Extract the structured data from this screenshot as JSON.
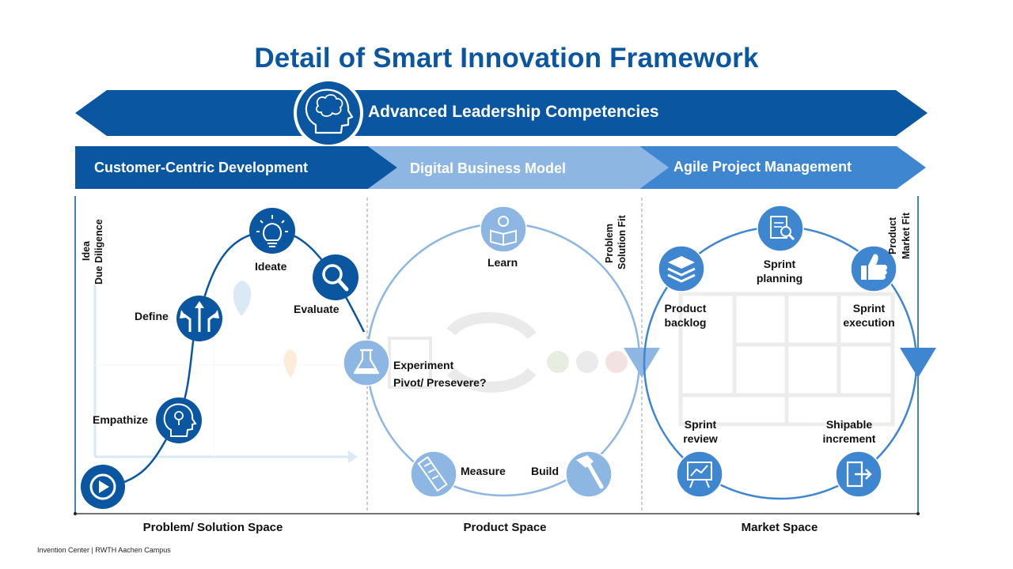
{
  "title": "Detail of Smart Innovation Framework",
  "banner": {
    "label": "Advanced Leadership Competencies",
    "icon": "brain-head-icon"
  },
  "sections": [
    {
      "label": "Customer-Centric Development",
      "color": "#0a56a0"
    },
    {
      "label": "Digital Business Model",
      "color": "#8db6e3"
    },
    {
      "label": "Agile Project Management",
      "color": "#3f86d1"
    }
  ],
  "side_labels": {
    "idea_due_diligence": [
      "Idea",
      "Due Diligence"
    ],
    "problem_solution_fit": [
      "Problem",
      "Solution Fit"
    ],
    "product_market_fit": [
      "Product",
      "Market Fit"
    ]
  },
  "customer_steps": [
    {
      "label": "Empathize",
      "icon": "head-icon"
    },
    {
      "label": "Define",
      "icon": "arrows-icon"
    },
    {
      "label": "Ideate",
      "icon": "lightbulb-icon"
    },
    {
      "label": "Evaluate",
      "icon": "magnifier-icon"
    }
  ],
  "start_icon": "play-icon",
  "business_model": {
    "experiment": "Experiment",
    "pivot": "Pivot/ Presevere?",
    "learn": "Learn",
    "measure": "Measure",
    "build": "Build",
    "icons": [
      "flask-icon",
      "reader-icon",
      "ruler-icon",
      "hammer-icon"
    ]
  },
  "agile": {
    "sprint_planning": "Sprint planning",
    "product_backlog": "Product backlog",
    "sprint_execution": "Sprint execution",
    "sprint_review": "Sprint review",
    "shipable_increment": "Shipable increment",
    "icons": [
      "clipboard-search-icon",
      "layers-icon",
      "thumbs-up-icon",
      "presentation-icon",
      "exit-door-icon"
    ]
  },
  "spaces": [
    "Problem/ Solution Space",
    "Product Space",
    "Market Space"
  ],
  "footer": "Invention Center | RWTH Aachen Campus",
  "colors": {
    "dark_blue": "#0a56a0",
    "mid_blue": "#3f86d1",
    "light_blue": "#8db6e3",
    "ring_blue": "#5b9bd8"
  }
}
